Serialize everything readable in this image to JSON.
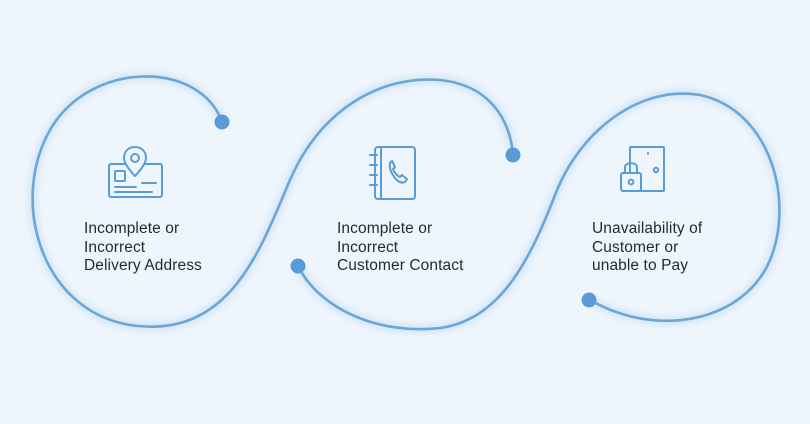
{
  "colors": {
    "background": "#eef5fd",
    "path_stroke": "#6aa6d6",
    "path_glow": "#d7e8f7",
    "dot_fill": "#5b9bd5",
    "icon_stroke": "#5a9dd6",
    "text": "#1f2a36"
  },
  "steps": [
    {
      "icon": "address-card-location-pin-icon",
      "lines": [
        "Incomplete or",
        "Incorrect",
        "Delivery Address"
      ]
    },
    {
      "icon": "phone-contact-book-icon",
      "lines": [
        "Incomplete or",
        "Incorrect",
        "Customer Contact"
      ]
    },
    {
      "icon": "locked-door-icon",
      "lines": [
        "Unavailability of",
        "Customer or",
        "unable to Pay"
      ]
    }
  ]
}
